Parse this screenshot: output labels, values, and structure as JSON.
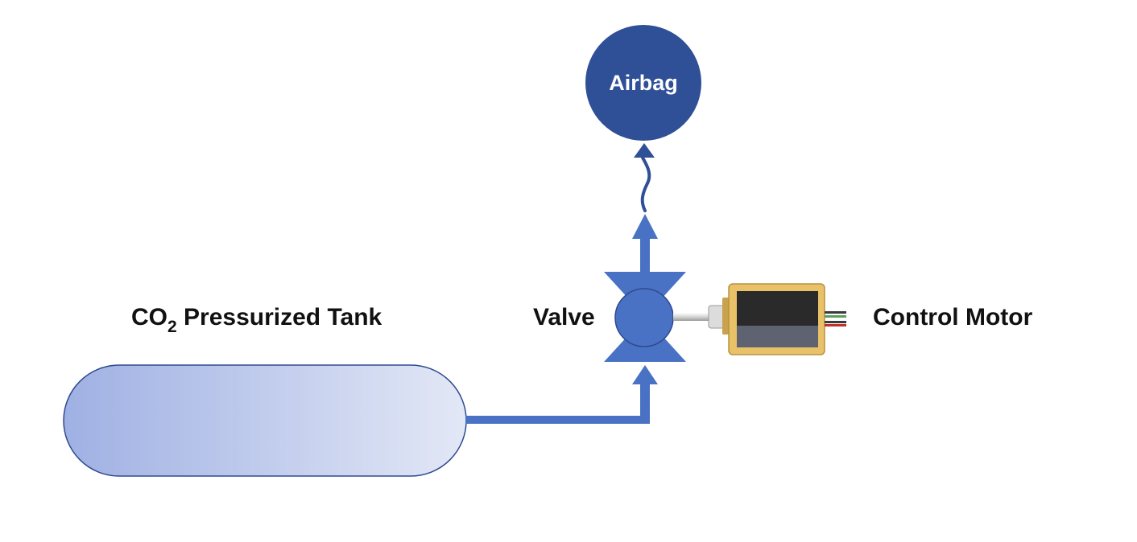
{
  "labels": {
    "airbag": "Airbag",
    "valve": "Valve",
    "control_motor": "Control Motor",
    "tank_prefix": "CO",
    "tank_subscript": "2",
    "tank_suffix": " Pressurized Tank"
  },
  "colors": {
    "pipe_blue": "#4a72c4",
    "airbag_fill": "#2f4f97",
    "tank_gradient_start": "#9fb0e3",
    "tank_gradient_end": "#e3e8f6",
    "tank_outline": "#2e4a8f",
    "motor_frame": "#e9c168",
    "motor_body": "#2a2a2a",
    "label_text": "#111111"
  },
  "icons": {
    "airbag": "airbag-balloon-icon",
    "valve": "valve-icon",
    "motor": "solenoid-motor-icon",
    "tank": "gas-tank-icon"
  }
}
